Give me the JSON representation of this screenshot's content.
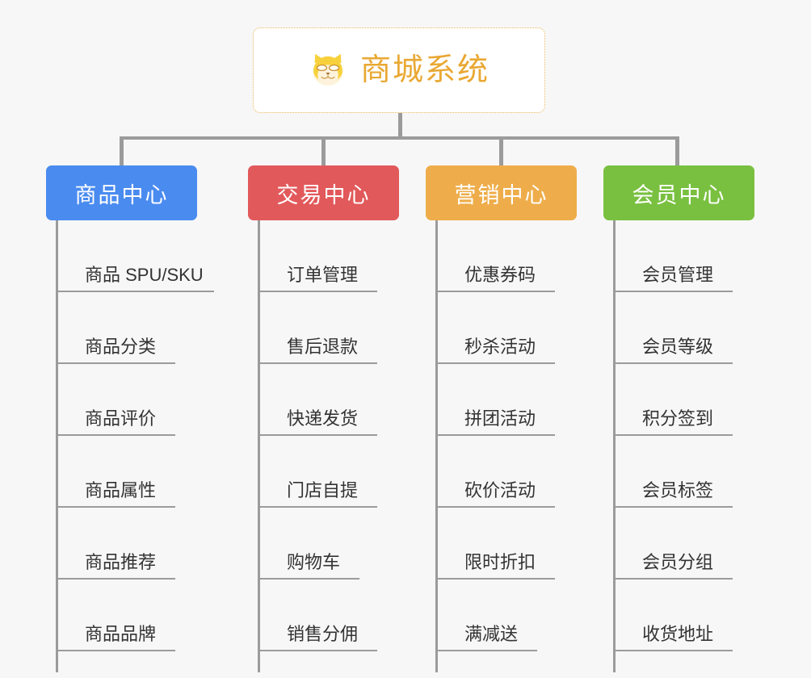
{
  "background_color": "#f7f7f7",
  "root": {
    "title": "商城系统",
    "icon": "shiba-dog-icon",
    "title_color": "#e9a833",
    "border_color": "#e8b75a"
  },
  "connector_color": "#9b9b9b",
  "columns": [
    {
      "id": "product-center",
      "title": "商品中心",
      "color": "#4a8bf0",
      "items": [
        "商品 SPU/SKU",
        "商品分类",
        "商品评价",
        "商品属性",
        "商品推荐",
        "商品品牌"
      ]
    },
    {
      "id": "trade-center",
      "title": "交易中心",
      "color": "#e2595b",
      "items": [
        "订单管理",
        "售后退款",
        "快递发货",
        "门店自提",
        "购物车",
        "销售分佣"
      ]
    },
    {
      "id": "marketing-center",
      "title": "营销中心",
      "color": "#eead4a",
      "items": [
        "优惠券码",
        "秒杀活动",
        "拼团活动",
        "砍价活动",
        "限时折扣",
        "满减送"
      ]
    },
    {
      "id": "member-center",
      "title": "会员中心",
      "color": "#79c040",
      "items": [
        "会员管理",
        "会员等级",
        "积分签到",
        "会员标签",
        "会员分组",
        "收货地址"
      ]
    }
  ]
}
